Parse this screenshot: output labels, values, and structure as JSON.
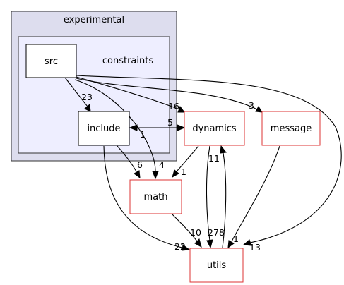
{
  "colors": {
    "outer_cluster_fill": "#ddddee",
    "outer_cluster_border": "#333333",
    "inner_cluster_fill": "#eeeeff",
    "inner_cluster_border": "#333333",
    "dir_node_fill": "#ffffff",
    "dir_node_border_internal": "#000000",
    "dir_node_border_external": "#dd3333",
    "edge": "#000000"
  },
  "clusters": {
    "outer": {
      "title": "experimental"
    },
    "inner": {
      "title": "constraints"
    }
  },
  "nodes": {
    "src": {
      "label": "src"
    },
    "include": {
      "label": "include"
    },
    "dynamics": {
      "label": "dynamics"
    },
    "message": {
      "label": "message"
    },
    "math": {
      "label": "math"
    },
    "utils": {
      "label": "utils"
    }
  },
  "edges": [
    {
      "id": "src-include",
      "from": "src",
      "to": "include",
      "label": "23"
    },
    {
      "id": "src-dynamics",
      "from": "src",
      "to": "dynamics",
      "label": "16"
    },
    {
      "id": "src-message",
      "from": "src",
      "to": "message",
      "label": "3"
    },
    {
      "id": "src-math",
      "from": "src",
      "to": "math",
      "label": "4"
    },
    {
      "id": "src-utils",
      "from": "src",
      "to": "utils",
      "label": "13"
    },
    {
      "id": "include-dynamics",
      "from": "include",
      "to": "dynamics",
      "label": "5"
    },
    {
      "id": "dynamics-include",
      "from": "dynamics",
      "to": "include",
      "label": "1"
    },
    {
      "id": "include-math",
      "from": "include",
      "to": "math",
      "label": "6"
    },
    {
      "id": "include-utils",
      "from": "include",
      "to": "utils",
      "label": "22"
    },
    {
      "id": "dynamics-math",
      "from": "dynamics",
      "to": "math",
      "label": "1"
    },
    {
      "id": "dynamics-utils",
      "from": "dynamics",
      "to": "utils",
      "label": "278"
    },
    {
      "id": "utils-dynamics",
      "from": "utils",
      "to": "dynamics",
      "label": "11"
    },
    {
      "id": "message-utils",
      "from": "message",
      "to": "utils",
      "label": "1"
    },
    {
      "id": "math-utils",
      "from": "math",
      "to": "utils",
      "label": "10"
    }
  ]
}
